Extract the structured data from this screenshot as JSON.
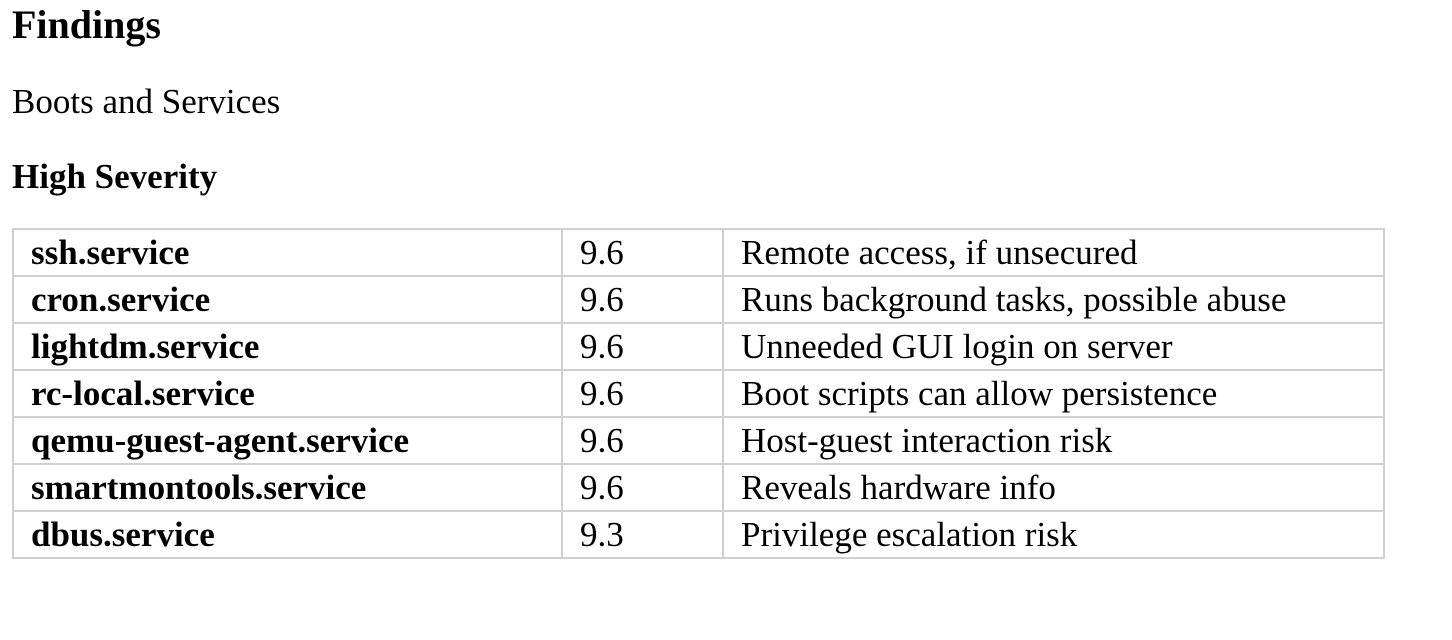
{
  "document": {
    "title": "Findings",
    "subtitle": "Boots and Services",
    "section_heading": "High Severity"
  },
  "table": {
    "rows": [
      {
        "service": "ssh.service",
        "score": "9.6",
        "note": "Remote access, if unsecured"
      },
      {
        "service": "cron.service",
        "score": "9.6",
        "note": "Runs background tasks, possible abuse"
      },
      {
        "service": "lightdm.service",
        "score": "9.6",
        "note": "Unneeded GUI login on server"
      },
      {
        "service": "rc-local.service",
        "score": "9.6",
        "note": "Boot scripts can allow persistence"
      },
      {
        "service": "qemu-guest-agent.service",
        "score": "9.6",
        "note": "Host-guest interaction risk"
      },
      {
        "service": "smartmontools.service",
        "score": "9.6",
        "note": "Reveals hardware info"
      },
      {
        "service": "dbus.service",
        "score": "9.3",
        "note": "Privilege escalation risk"
      }
    ]
  }
}
